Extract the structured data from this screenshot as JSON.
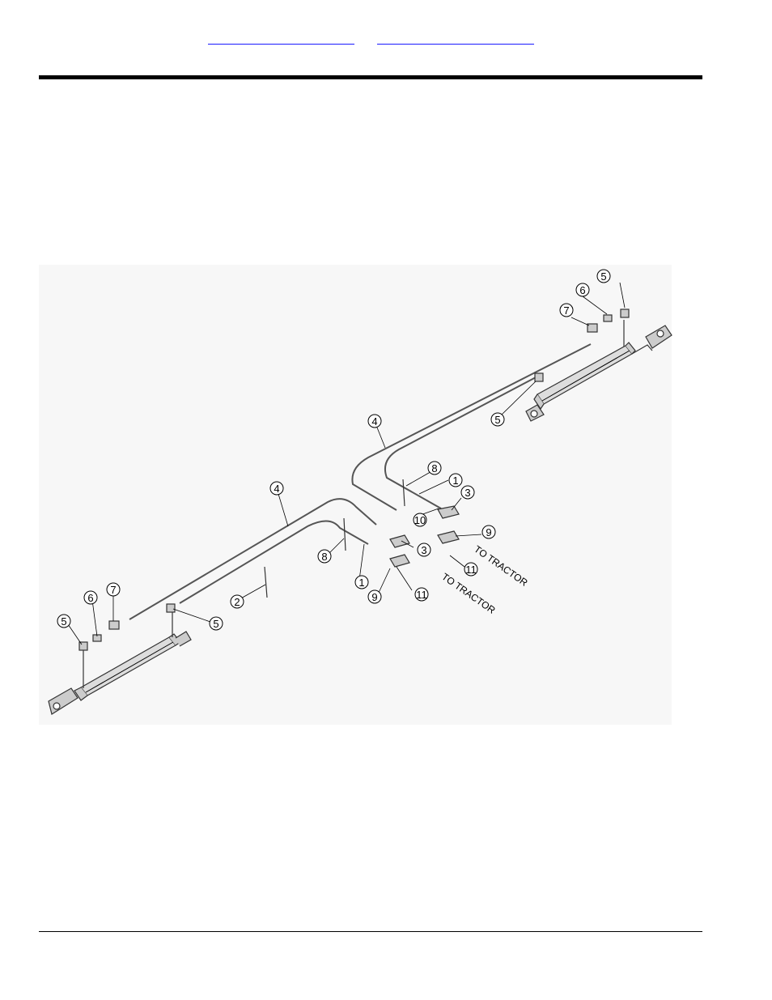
{
  "header": {
    "links": [
      {
        "label": ""
      },
      {
        "label": ""
      }
    ]
  },
  "drawing": {
    "callouts": [
      "1",
      "1",
      "2",
      "3",
      "3",
      "4",
      "4",
      "5",
      "5",
      "5",
      "5",
      "6",
      "6",
      "7",
      "7",
      "8",
      "8",
      "9",
      "9",
      "10",
      "11",
      "11"
    ],
    "notes": [
      "TO TRACTOR",
      "TO TRACTOR"
    ]
  }
}
